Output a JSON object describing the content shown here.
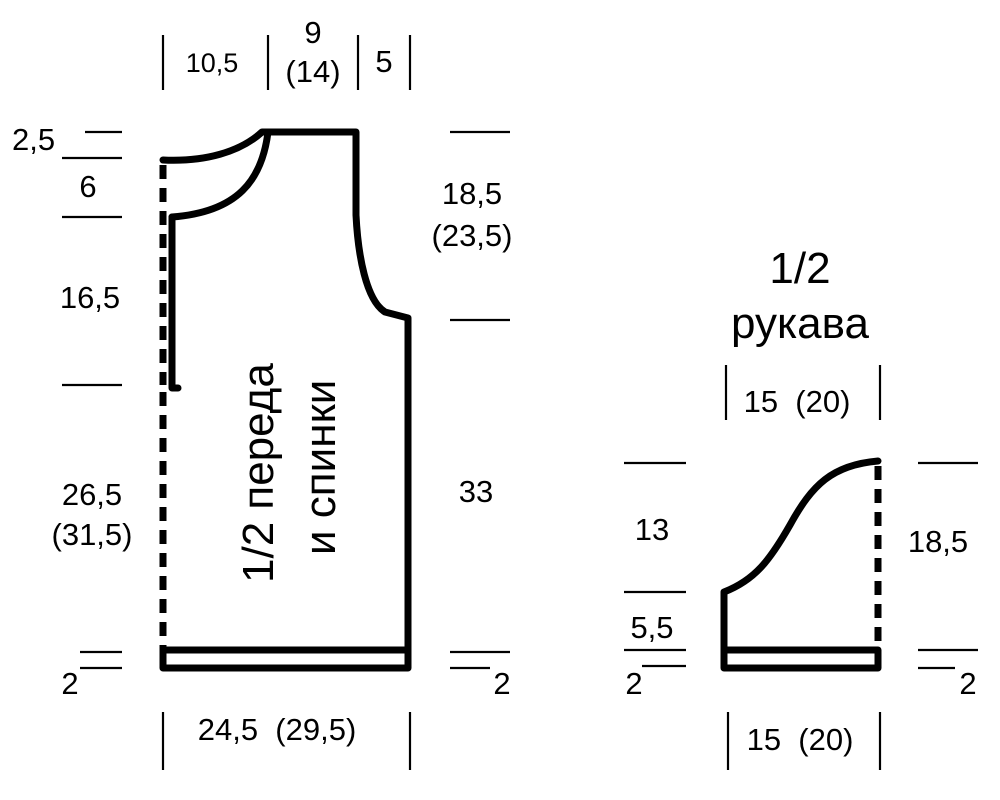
{
  "body_pattern": {
    "title_line1": "1/2 переда",
    "title_line2": "и спинки",
    "dims": {
      "top_shoulder": "10,5",
      "top_neck": "9",
      "top_neck_alt": "(14)",
      "top_right": "5",
      "left_2_5": "2,5",
      "left_6": "6",
      "left_16_5": "16,5",
      "left_26_5": "26,5",
      "left_31_5": "(31,5)",
      "left_2": "2",
      "right_18_5": "18,5",
      "right_23_5": "(23,5)",
      "right_33": "33",
      "right_2": "2",
      "bottom_width": "24,5  (29,5)"
    }
  },
  "sleeve_pattern": {
    "title_line1": "1/2",
    "title_line2": "рукава",
    "dims": {
      "top_width": "15  (20)",
      "left_13": "13",
      "left_5_5": "5,5",
      "left_2": "2",
      "right_18_5": "18,5",
      "right_2": "2",
      "bottom_width": "15  (20)"
    }
  },
  "colors": {
    "ink": "#000000",
    "background": "#ffffff"
  }
}
